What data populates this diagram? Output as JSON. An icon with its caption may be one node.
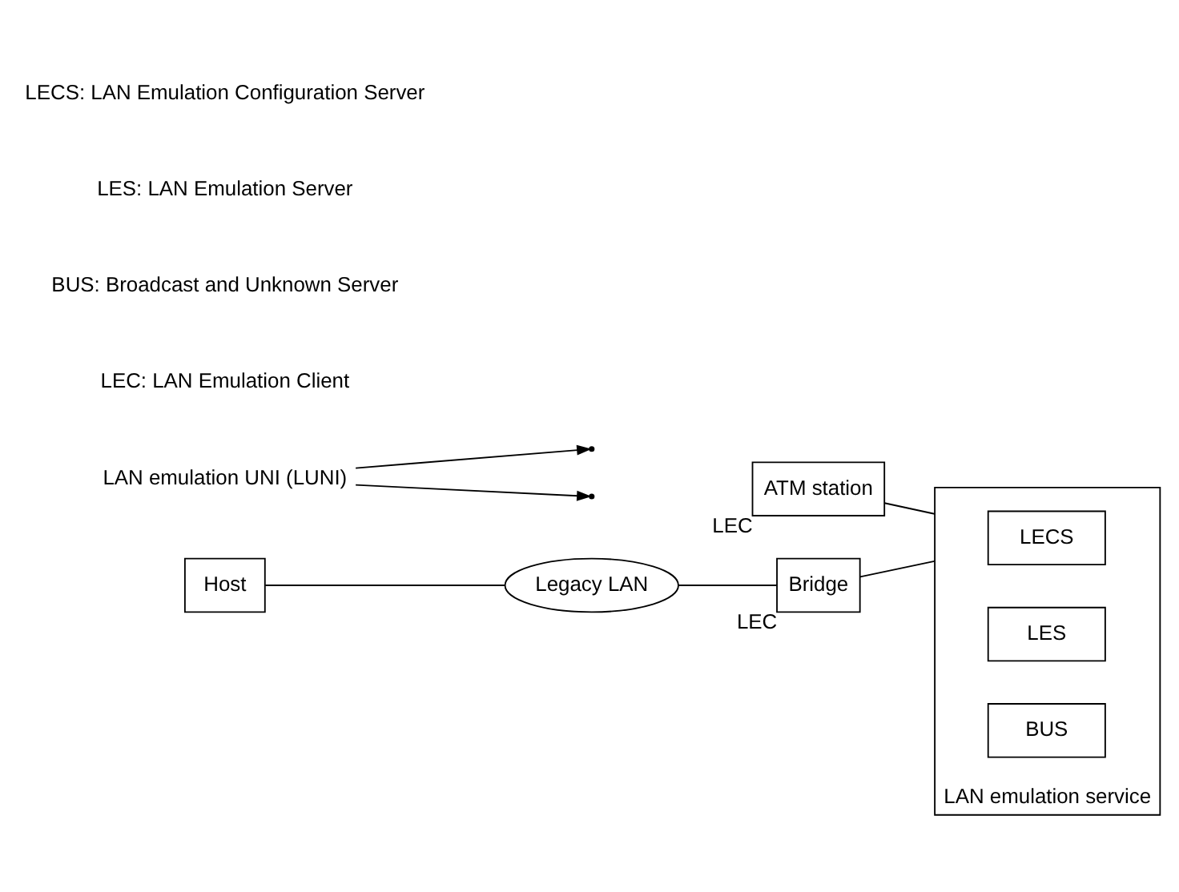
{
  "diagram": {
    "nodes": [
      {
        "text": [
          "ATM station"
        ],
        "beside": [
          "LEC"
        ]
      },
      {
        "text": [
          "LAN emulation service"
        ]
      },
      {
        "text": [
          "LECS"
        ],
        "in": 1
      },
      {
        "text": [
          "LES"
        ],
        "in": 1
      },
      {
        "text": [
          "BUS"
        ],
        "in": 1
      },
      {
        "text": [
          "Host"
        ]
      },
      {
        "text": [
          "Legacy LAN"
        ]
      },
      {
        "text": [
          "Bridge"
        ],
        "beside": [
          "LEC"
        ]
      },
      {
        "text": [
          "LAN emulation UNI (LUNI)"
        ]
      }
    ],
    "edges": [
      {
        "from": 0,
        "to": 1,
        "arrow": "none"
      },
      {
        "from": 5,
        "to": 6,
        "arrow": "none"
      },
      {
        "from": 6,
        "to": 7,
        "arrow": "none"
      },
      {
        "from": 7,
        "to": 1,
        "arrow": "none"
      },
      {
        "from": 8,
        "to": null,
        "arrow": "to"
      },
      {
        "from": 8,
        "to": null,
        "arrow": "to"
      }
    ],
    "labels": [
      "LECS: LAN Emulation Configuration Server",
      "LES: LAN Emulation Server",
      "BUS: Broadcast and Unknown Server",
      "LEC: LAN Emulation Client"
    ]
  }
}
